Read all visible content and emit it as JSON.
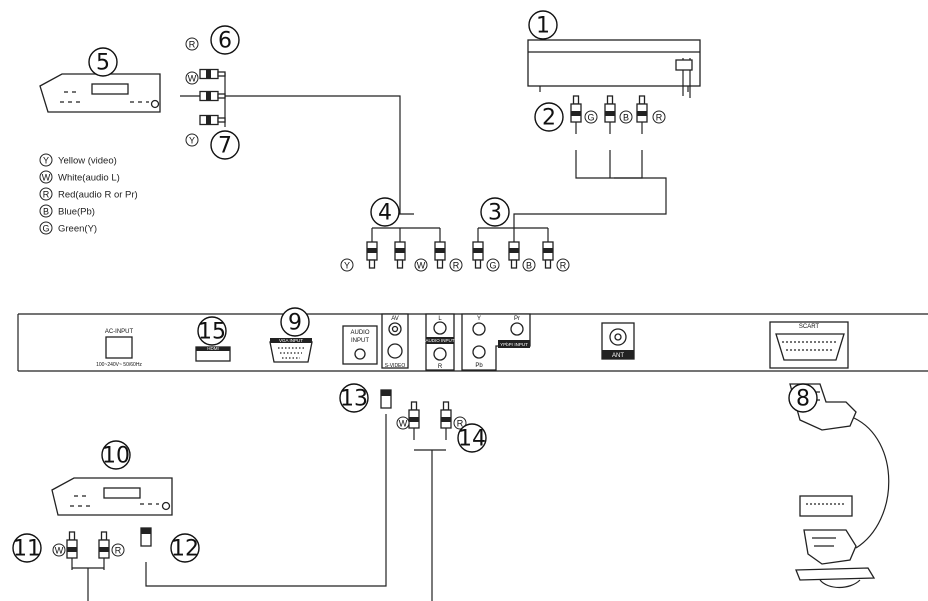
{
  "callouts": [
    "1",
    "2",
    "3",
    "4",
    "5",
    "6",
    "7",
    "8",
    "9",
    "10",
    "11",
    "12",
    "13",
    "14",
    "15"
  ],
  "legend": [
    {
      "letter": "Y",
      "text": "Yellow (video)"
    },
    {
      "letter": "W",
      "text": "White(audio L)"
    },
    {
      "letter": "R",
      "text": "Red(audio R or Pr)"
    },
    {
      "letter": "B",
      "text": "Blue(Pb)"
    },
    {
      "letter": "G",
      "text": "Green(Y)"
    }
  ],
  "panel": {
    "ac_input": "AC-INPUT",
    "ac_rating": "100~240V~ 50/60Hz",
    "hdmi": "HDMI",
    "vga": "VGA INPUT",
    "audio_input_1": "AUDIO",
    "audio_input_2": "INPUT",
    "av": "AV",
    "s_video": "S-VIDEO",
    "audio_l": "L",
    "audio_r": "R",
    "audio_group": "AUDIO INPUT",
    "comp_y": "Y",
    "comp_pr": "Pr",
    "comp_pb": "Pb",
    "ypbpr": "YPbPr INPUT",
    "ant": "ANT",
    "scart": "SCART"
  },
  "plug_letters": {
    "comp_top": [
      "G",
      "B",
      "R"
    ],
    "av_group": [
      "Y",
      "W",
      "R"
    ],
    "comp_group": [
      "G",
      "B",
      "R"
    ],
    "dvd_top": [
      "R",
      "W",
      "Y"
    ],
    "audio_13": [
      "W",
      "R"
    ],
    "audio_11": [
      "W",
      "R"
    ]
  }
}
